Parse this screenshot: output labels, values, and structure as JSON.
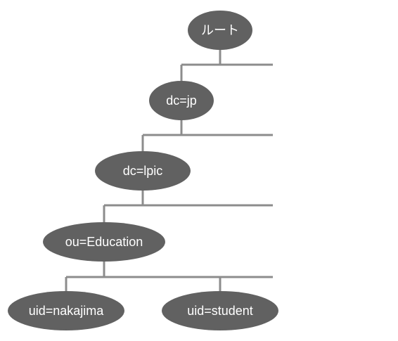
{
  "nodes": {
    "root": {
      "label": "ルート"
    },
    "dc_jp": {
      "label": "dc=jp"
    },
    "dc_lpic": {
      "label": "dc=lpic"
    },
    "ou_education": {
      "label": "ou=Education"
    },
    "uid_nakajima": {
      "label": "uid=nakajima"
    },
    "uid_student": {
      "label": "uid=student"
    }
  },
  "colors": {
    "node_fill": "#616161",
    "node_text": "#ffffff",
    "connector": "#8c8c8c",
    "background": "#ffffff"
  }
}
